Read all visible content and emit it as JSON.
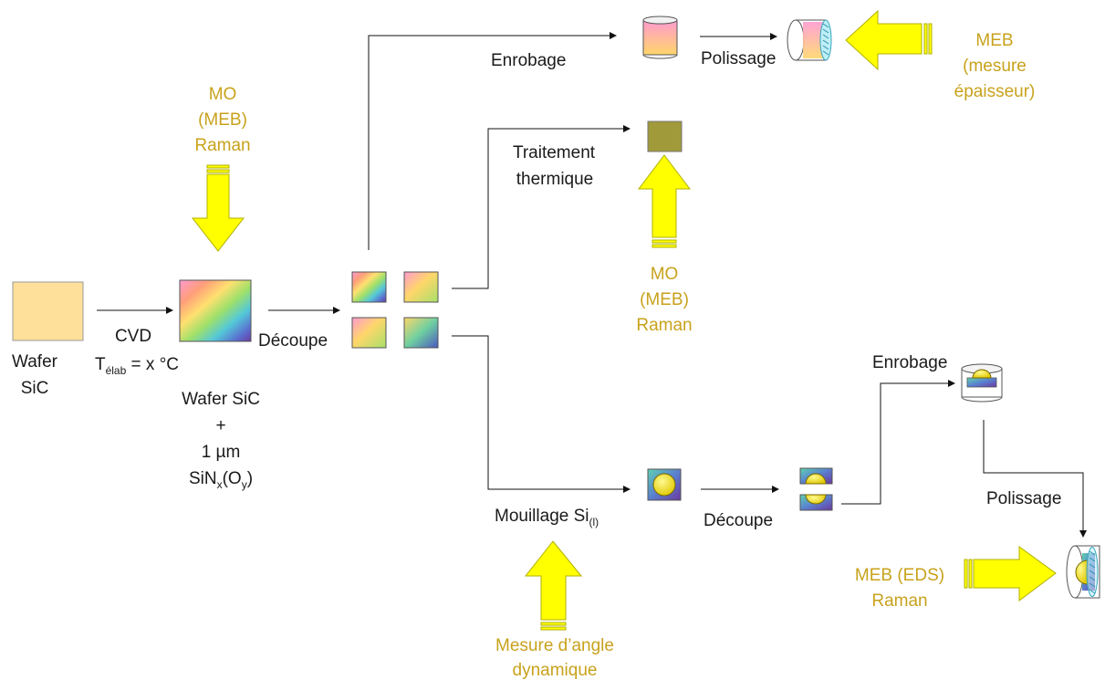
{
  "colors": {
    "arrow_fill": "#FFFF00",
    "arrow_stroke": "#B0B000",
    "measure_text": "#C8A21C",
    "label_text": "#1a1a1a",
    "wafer_fill": "#FFE09A",
    "thermal_square": "#A09A3A",
    "droplet": "#F2E000"
  },
  "labels": {
    "wafer_l1": "Wafer",
    "wafer_l2": "SiC",
    "cvd": "CVD",
    "telab_t": "T",
    "telab_sub": "élab",
    "telab_rest": " = x °C",
    "coated_l1": "Wafer SiC",
    "coated_l2": "+",
    "coated_l3": "1 µm",
    "sin_a": "SiN",
    "sin_b": "x",
    "sin_c": "(O",
    "sin_d": "y",
    "sin_e": ")",
    "decoupe1": "Découpe",
    "enrobage_top": "Enrobage",
    "polissage_top": "Polissage",
    "traitement_l1": "Traitement",
    "traitement_l2": "thermique",
    "mouillage_a": "Mouillage Si",
    "mouillage_sub": "(l)",
    "decoupe2": "Découpe",
    "enrobage_bottom": "Enrobage",
    "polissage_bottom": "Polissage"
  },
  "measures": {
    "top_left": [
      "MO",
      "(MEB)",
      "Raman"
    ],
    "middle": [
      "MO",
      "(MEB)",
      "Raman"
    ],
    "top_right": [
      "MEB",
      "(mesure",
      "épaisseur)"
    ],
    "wetting": [
      "Mesure d’angle",
      "dynamique"
    ],
    "bottom_right": [
      "MEB (EDS)",
      "Raman"
    ]
  }
}
